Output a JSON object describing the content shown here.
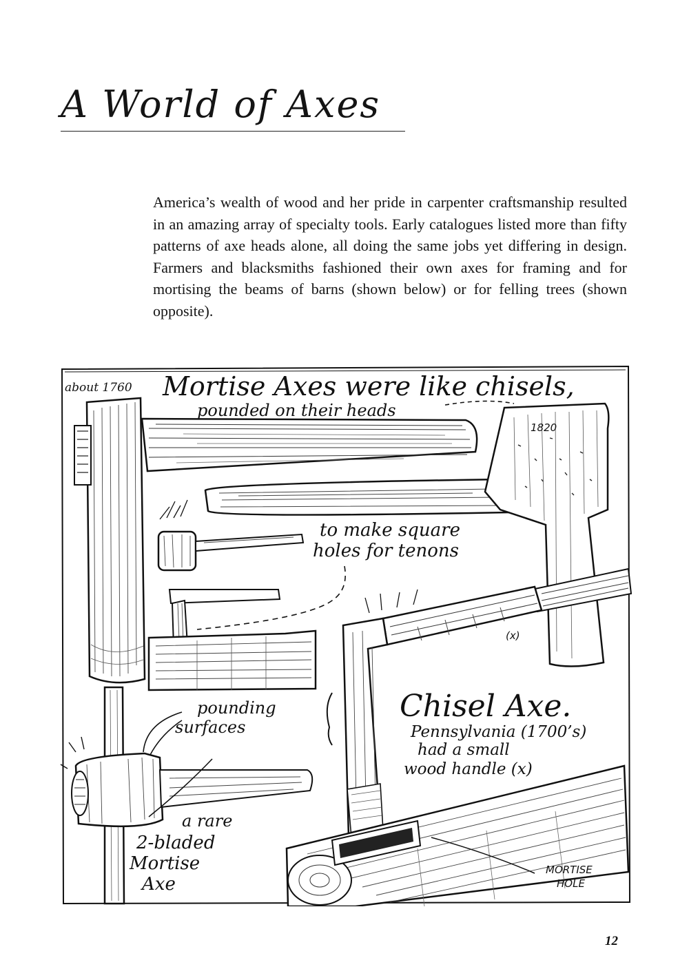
{
  "page": {
    "title": "A World of Axes",
    "intro": "America’s wealth of wood and her pride in carpenter craftsmanship resulted in an amazing array of specialty tools. Early catalogues listed more than fifty patterns of axe heads alone, all doing the same jobs yet differing in design. Farmers and blacksmiths fashioned their own axes for framing and for mortising the beams of barns (shown below) or for felling trees (shown opposite).",
    "page_number": "12"
  },
  "illustration": {
    "date_label": "about 1760",
    "heading_line1": "Mortise Axes were like chisels,",
    "heading_line2": "pounded on their heads",
    "stamp": "1820",
    "purpose_line1": "to make square",
    "purpose_line2": "holes for tenons",
    "marker_x": "(x)",
    "chisel_title": "Chisel Axe.",
    "chisel_line1": "Pennsylvania (1700’s)",
    "chisel_line2": "had a small",
    "chisel_line3": "wood handle (x)",
    "pounding_line1": "pounding",
    "pounding_line2": "surfaces",
    "rare_line1": "a rare",
    "rare_line2": "2-bladed",
    "rare_line3": "Mortise",
    "rare_line4": "Axe",
    "mortise_hole_line1": "MORTISE",
    "mortise_hole_line2": "HOLE"
  }
}
